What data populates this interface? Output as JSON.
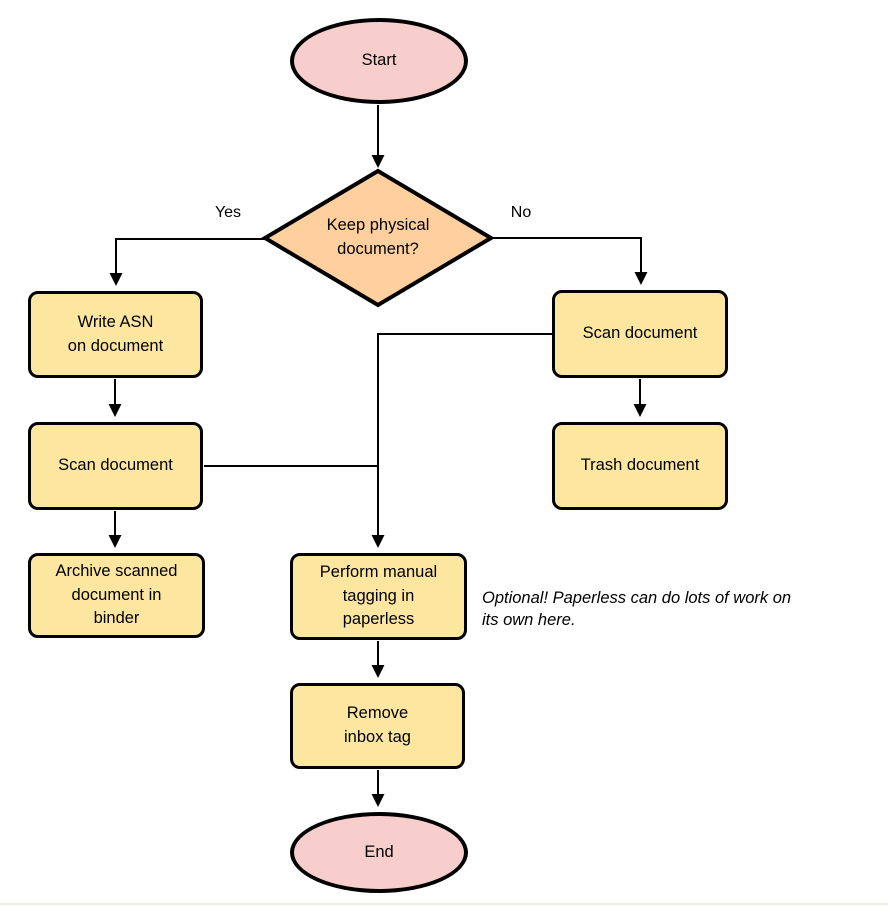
{
  "diagram": {
    "type": "flowchart",
    "background": "#ffffff"
  },
  "colors": {
    "terminal_fill": "#f8cecc",
    "decision_fill": "#ffcf9e",
    "process_fill": "#fde7a0",
    "stroke": "#000000",
    "bottom_rule": "#f2eee3"
  },
  "nodes": {
    "start": {
      "label": "Start",
      "shape": "ellipse"
    },
    "decision": {
      "label": "Keep physical\ndocument?",
      "shape": "diamond"
    },
    "write_asn": {
      "label": "Write ASN\non document",
      "shape": "rounded-rect"
    },
    "scan_left": {
      "label": "Scan document",
      "shape": "rounded-rect"
    },
    "archive": {
      "label": "Archive scanned\ndocument in\nbinder",
      "shape": "rounded-rect"
    },
    "scan_right": {
      "label": "Scan document",
      "shape": "rounded-rect"
    },
    "trash": {
      "label": "Trash document",
      "shape": "rounded-rect"
    },
    "tagging": {
      "label": "Perform manual\ntagging in\npaperless",
      "shape": "rounded-rect"
    },
    "remove_inbox": {
      "label": "Remove\ninbox tag",
      "shape": "rounded-rect"
    },
    "end": {
      "label": "End",
      "shape": "ellipse"
    }
  },
  "edge_labels": {
    "yes": "Yes",
    "no": "No"
  },
  "note": {
    "text": "Optional! Paperless can do lots of work on\nits own here."
  }
}
